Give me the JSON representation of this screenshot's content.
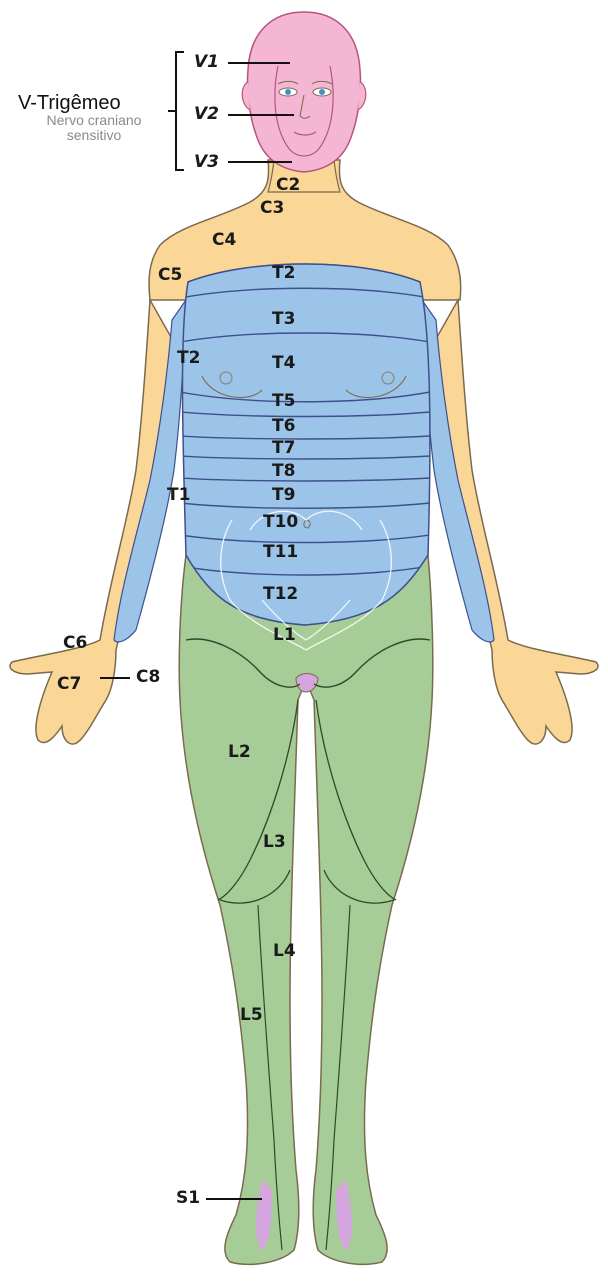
{
  "trigeminal": {
    "title": "V-Trigêmeo",
    "subtitle_line1": "Nervo craniano",
    "subtitle_line2": "sensitivo",
    "branches": [
      "V1",
      "V2",
      "V3"
    ]
  },
  "colors": {
    "trigeminal": "#f4b6d2",
    "cervical": "#fbd797",
    "thoracic": "#9cc4e8",
    "lumbar_sacral": "#a6cd98",
    "sacral_foot": "#d5a6dd",
    "outline": "#7a6a4e",
    "thoracic_lines": "#3e4f8e",
    "lumbar_lines": "#2f4a2a"
  },
  "labels": {
    "C2": "C2",
    "C3": "C3",
    "C4": "C4",
    "C5": "C5",
    "C6": "C6",
    "C7": "C7",
    "C8": "C8",
    "T1": "T1",
    "T2": "T2",
    "T2_arm": "T2",
    "T3": "T3",
    "T4": "T4",
    "T5": "T5",
    "T6": "T6",
    "T7": "T7",
    "T8": "T8",
    "T9": "T9",
    "T10": "T10",
    "T11": "T11",
    "T12": "T12",
    "L1": "L1",
    "L2": "L2",
    "L3": "L3",
    "L4": "L4",
    "L5": "L5",
    "S1": "S1"
  }
}
